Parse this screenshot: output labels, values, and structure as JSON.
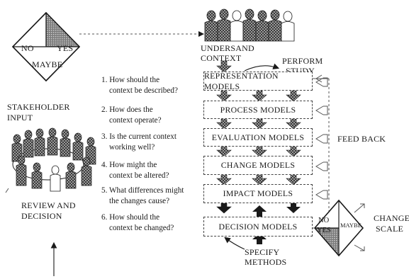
{
  "decision_diamond_top": {
    "no": "NO",
    "yes": "YES",
    "maybe": "MAYBE"
  },
  "decision_diamond_right": {
    "no": "NO",
    "yes": "YES",
    "maybe": "MAYBE"
  },
  "labels": {
    "understand_context": [
      "UNDERSAND",
      "CONTEXT"
    ],
    "perform_study": [
      "PERFORM",
      "STUDY"
    ],
    "stakeholder_input": [
      "STAKEHOLDER",
      "INPUT"
    ],
    "review_and_decision": [
      "REVIEW AND",
      "DECISION"
    ],
    "feed_back": "FEED BACK",
    "change_scale": [
      "CHANGE",
      "SCALE"
    ],
    "specify_methods": [
      "SPECIFY",
      "METHODS"
    ]
  },
  "models": [
    "REPRESENTATION MODELS",
    "PROCESS MODELS",
    "EVALUATION MODELS",
    "CHANGE MODELS",
    "IMPACT MODELS",
    "DECISION MODELS"
  ],
  "questions": [
    [
      "1. How should the",
      "context be described?"
    ],
    [
      "2. How does the",
      "context operate?"
    ],
    [
      "3. Is the current context",
      "working well?"
    ],
    [
      "4. How might the",
      "context be altered?"
    ],
    [
      "5. What differences might",
      "the changes cause?"
    ],
    [
      "6. How should the",
      "context be changed?"
    ]
  ],
  "colors": {
    "ink": "#1a1a1a",
    "grey": "#8a8a8a",
    "dark_grey": "#555555"
  }
}
